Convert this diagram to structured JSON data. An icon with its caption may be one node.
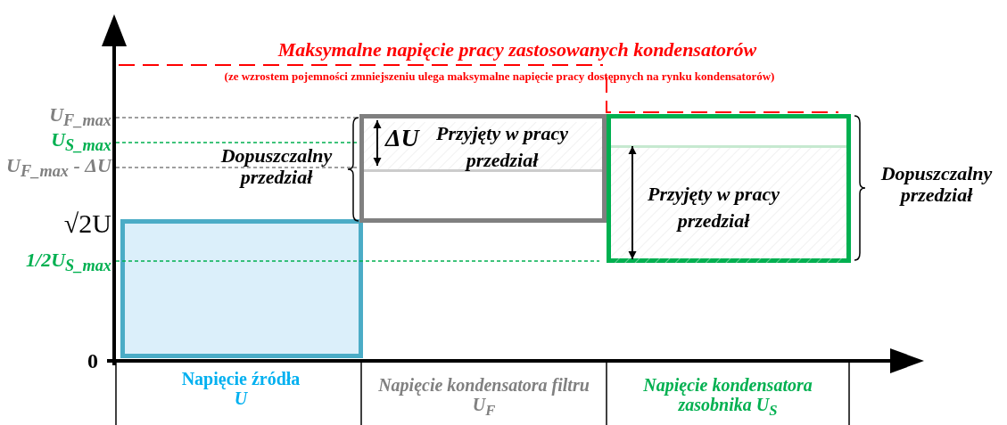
{
  "diagram": {
    "nodes": [
      {
        "text": [],
        "shape": "box"
      },
      {
        "text": [
          "Przyjęty w pracy przedział"
        ]
      },
      {
        "text": [
          "Przyjęty w pracy przedział"
        ]
      }
    ],
    "labels": [
      "Maksymalne napięcie pracy zastosowanych kondensatorów",
      "(ze wzrostem pojemności zmniejszeniu ulega maksymalne napięcie pracy dostępnych na rynku kondensatorów)",
      "U$_{F_max}$",
      "U$_{S_max}$",
      "ΔU",
      "U$_{F_max}$ - ΔU",
      "Dopuszczalny przedział",
      "Dopuszczalny przedział",
      "√2U",
      "1/2U$_{S_max}$",
      "0",
      "Napięcie źródła *U*",
      "Napięcie kondensatora filtru U$_{F}$",
      "Napięcie kondensatora zasobnika U$_{S}$"
    ]
  }
}
